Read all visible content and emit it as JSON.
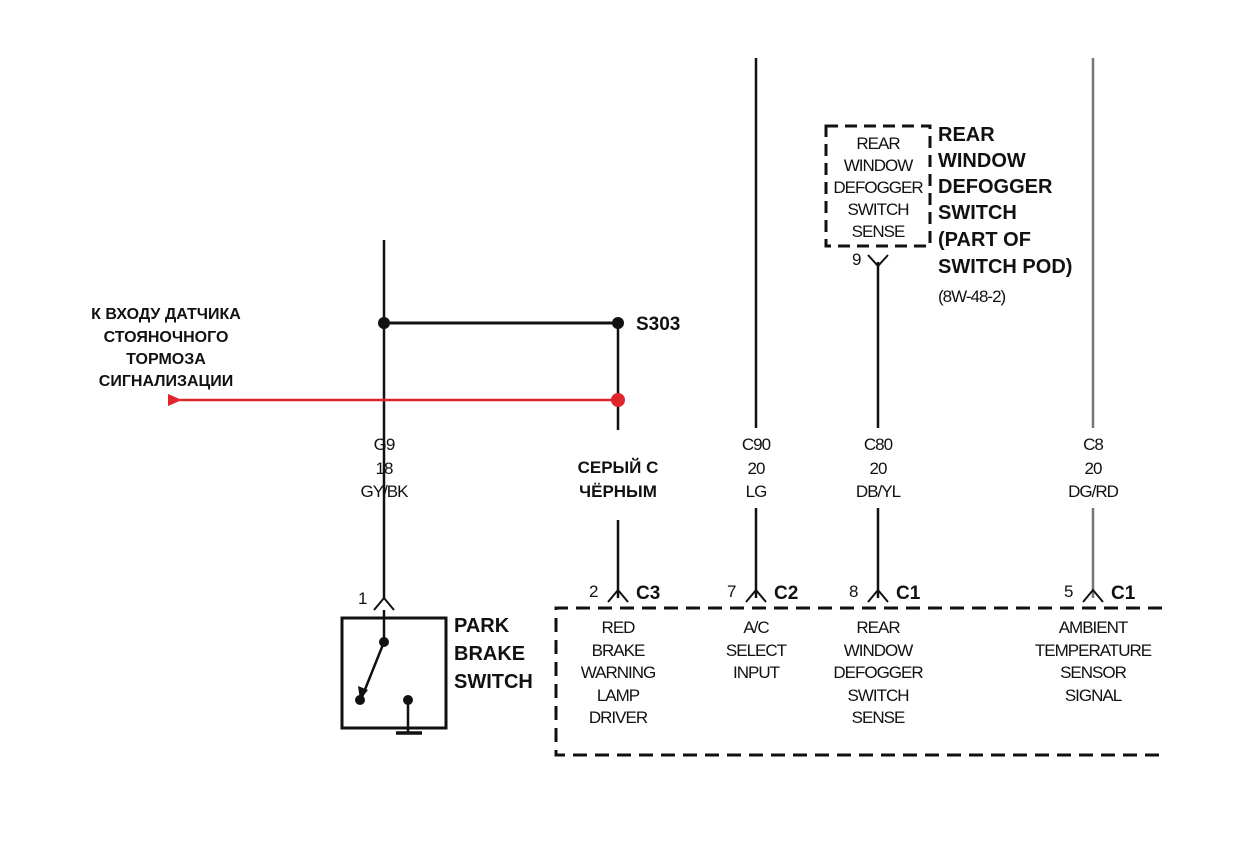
{
  "ru_note": {
    "lines": [
      "К ВХОДУ ДАТЧИКА",
      "СТОЯНОЧНОГО",
      "ТОРМОЗА",
      "СИГНАЛИЗАЦИИ"
    ],
    "color": "#e0262b"
  },
  "splice": {
    "label": "S303"
  },
  "wire_ru_color": {
    "lines": [
      "СЕРЫЙ С",
      "ЧЁРНЫМ"
    ]
  },
  "wires": [
    {
      "circuit": "G9",
      "gauge": "18",
      "color": "GY/BK"
    },
    {
      "circuit": "C90",
      "gauge": "20",
      "color": "LG"
    },
    {
      "circuit": "C80",
      "gauge": "20",
      "color": "DB/YL"
    },
    {
      "circuit": "C8",
      "gauge": "20",
      "color": "DG/RD"
    }
  ],
  "defogger_switch": {
    "box_lines": [
      "REAR",
      "WINDOW",
      "DEFOGGER",
      "SWITCH",
      "SENSE"
    ],
    "pin": "9",
    "title_lines": [
      "REAR",
      "WINDOW",
      "DEFOGGER",
      "SWITCH",
      "(PART OF",
      "SWITCH POD)"
    ],
    "ref": "(8W-48-2)"
  },
  "park_brake_switch": {
    "pin": "1",
    "title_lines": [
      "PARK",
      "BRAKE",
      "SWITCH"
    ]
  },
  "module_pins": [
    {
      "pin": "2",
      "connector": "C3",
      "lines": [
        "RED",
        "BRAKE",
        "WARNING",
        "LAMP",
        "DRIVER"
      ]
    },
    {
      "pin": "7",
      "connector": "C2",
      "lines": [
        "A/C",
        "SELECT",
        "INPUT"
      ]
    },
    {
      "pin": "8",
      "connector": "C1",
      "lines": [
        "REAR",
        "WINDOW",
        "DEFOGGER",
        "SWITCH",
        "SENSE"
      ]
    },
    {
      "pin": "5",
      "connector": "C1",
      "lines": [
        "AMBIENT",
        "TEMPERATURE",
        "SENSOR",
        "SIGNAL"
      ]
    }
  ]
}
